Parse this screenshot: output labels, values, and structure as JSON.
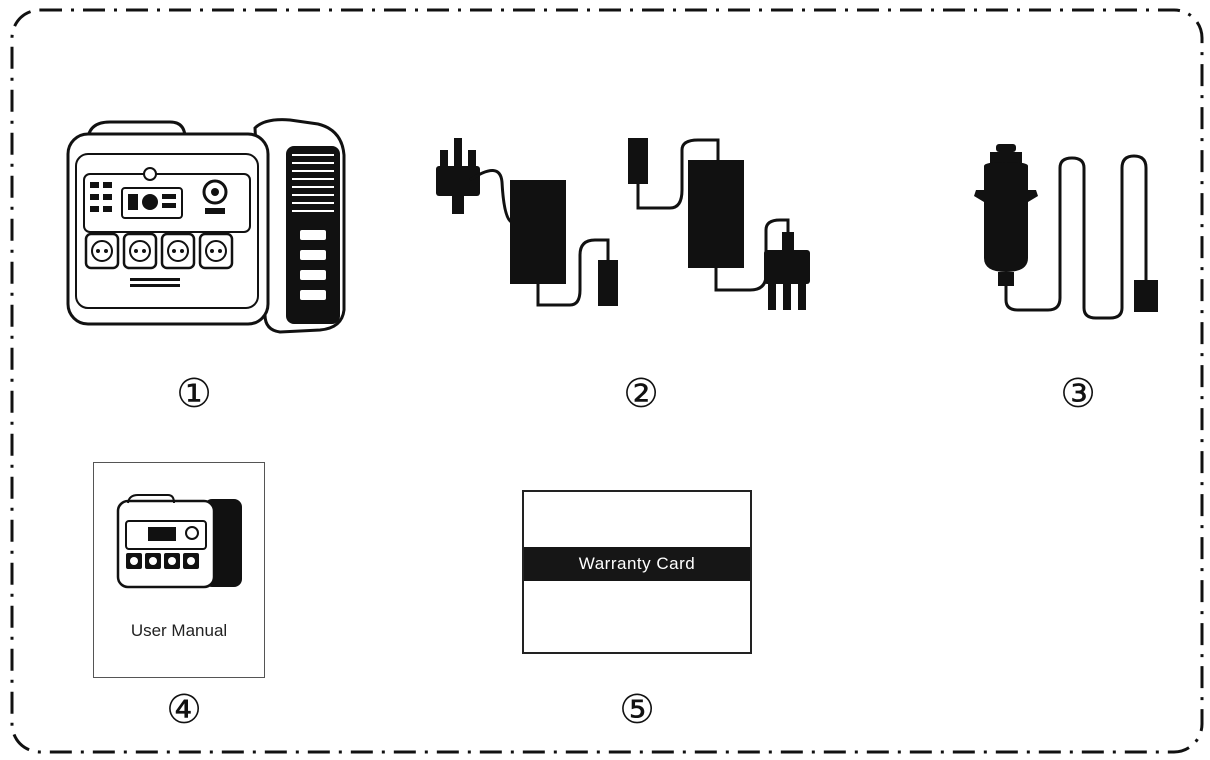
{
  "items": [
    {
      "number": "①",
      "name": "Portable Power Station"
    },
    {
      "number": "②",
      "name": "AC Adapters"
    },
    {
      "number": "③",
      "name": "Car Charger Cable"
    },
    {
      "number": "④",
      "name": "User Manual"
    },
    {
      "number": "⑤",
      "name": "Warranty Card"
    }
  ],
  "manual": {
    "label": "User Manual"
  },
  "warranty": {
    "label": "Warranty Card"
  }
}
